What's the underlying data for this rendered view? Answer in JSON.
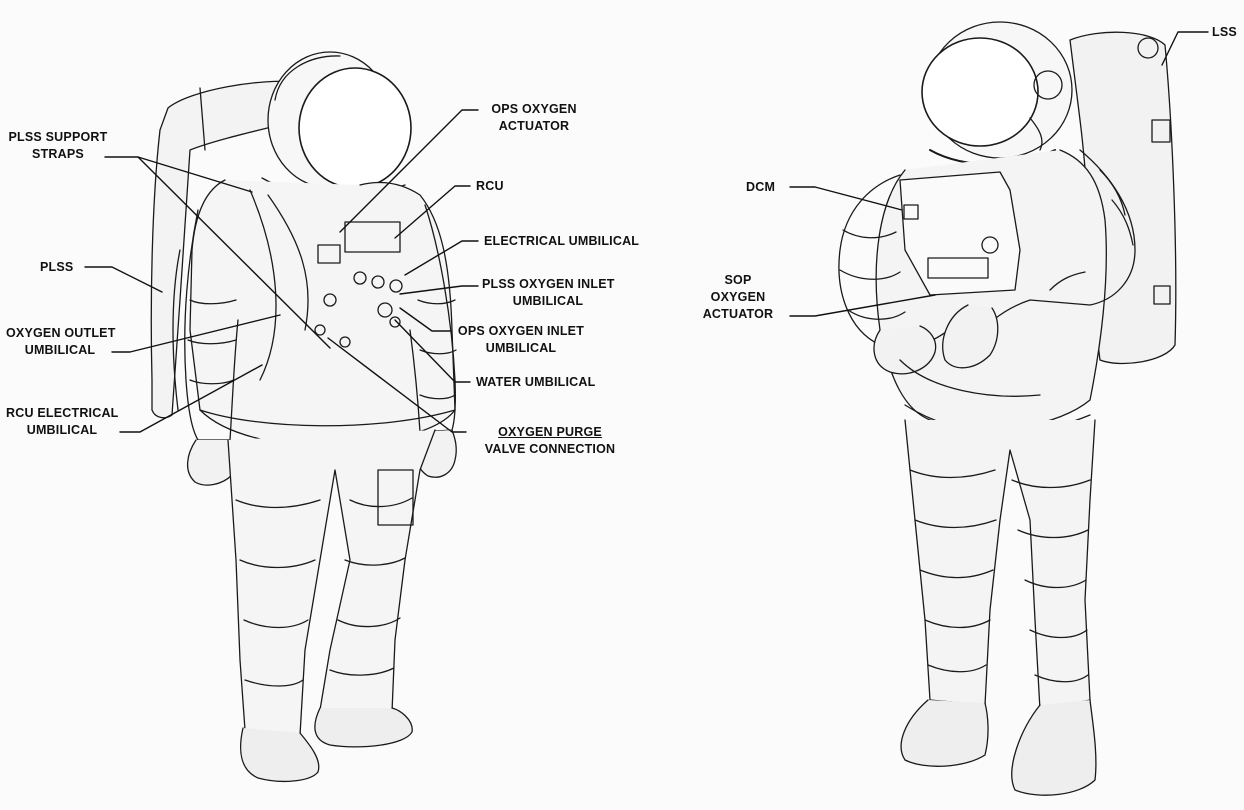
{
  "left_figure": {
    "labels": {
      "ops_oxygen_actuator": [
        "OPS OXYGEN",
        "ACTUATOR"
      ],
      "plss_support_straps": [
        "PLSS SUPPORT",
        "STRAPS"
      ],
      "rcu": [
        "RCU"
      ],
      "electrical_umbilical": [
        "ELECTRICAL UMBILICAL"
      ],
      "plss": [
        "PLSS"
      ],
      "plss_oxygen_inlet_umbilical": [
        "PLSS OXYGEN INLET",
        "UMBILICAL"
      ],
      "oxygen_outlet_umbilical": [
        "OXYGEN OUTLET",
        "UMBILICAL"
      ],
      "ops_oxygen_inlet_umbilical": [
        "OPS OXYGEN INLET",
        "UMBILICAL"
      ],
      "water_umbilical": [
        "WATER UMBILICAL"
      ],
      "rcu_electrical_umbilical": [
        "RCU ELECTRICAL",
        "UMBILICAL"
      ],
      "oxygen_purge_valve_connection": [
        "OXYGEN PURGE",
        "VALVE CONNECTION"
      ]
    }
  },
  "right_figure": {
    "labels": {
      "lss": [
        "LSS"
      ],
      "dcm": [
        "DCM"
      ],
      "sop_oxygen_actuator": [
        "SOP",
        "OXYGEN",
        "ACTUATOR"
      ]
    }
  },
  "colors": {
    "ink": "#111111",
    "line": "#1a1a1a",
    "paper": "#fbfbfb",
    "shade": "#e9e9e9"
  }
}
